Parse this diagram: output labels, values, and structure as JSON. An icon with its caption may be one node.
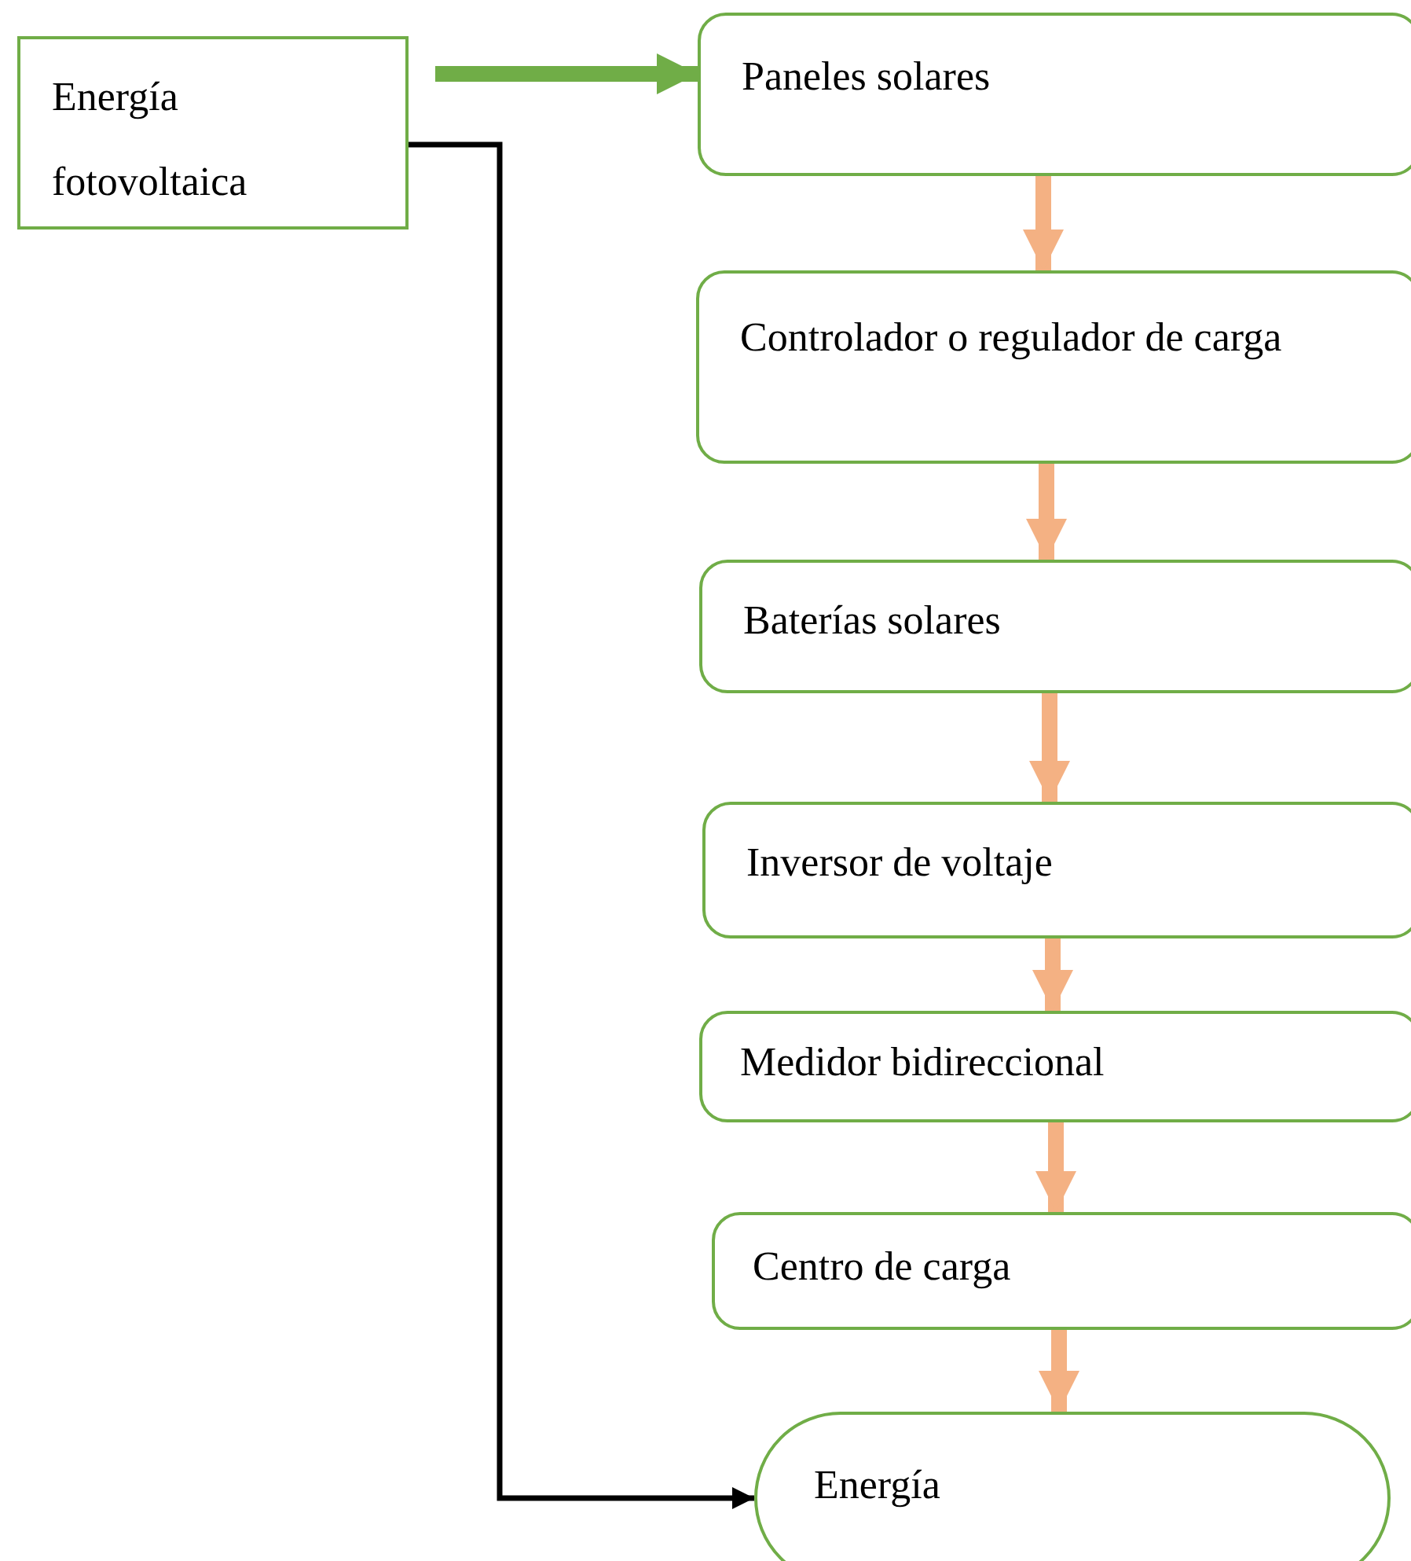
{
  "diagram": {
    "nodes": [
      {
        "text": [
          "Energía fotovoltaica"
        ]
      },
      {
        "text": [
          "Paneles solares"
        ]
      },
      {
        "text": [
          "Controlador o regulador de carga"
        ]
      },
      {
        "text": [
          "Baterías solares"
        ]
      },
      {
        "text": [
          "Inversor de voltaje"
        ]
      },
      {
        "text": [
          "Medidor bidireccional"
        ]
      },
      {
        "text": [
          "Centro de carga"
        ]
      },
      {
        "text": [
          "Energía"
        ]
      }
    ],
    "edges": [
      {
        "from": 0,
        "to": 1,
        "arrow": "to",
        "color": "#70ad47"
      },
      {
        "from": 1,
        "to": 2,
        "arrow": "to"
      },
      {
        "from": 2,
        "to": 3,
        "arrow": "to"
      },
      {
        "from": 3,
        "to": 4,
        "arrow": "to"
      },
      {
        "from": 4,
        "to": 5,
        "arrow": "to"
      },
      {
        "from": 5,
        "to": 6,
        "arrow": "to"
      },
      {
        "from": 6,
        "to": 7,
        "arrow": "to"
      },
      {
        "from": 0,
        "to": 7,
        "arrow": "to",
        "color": "#000000"
      }
    ]
  }
}
